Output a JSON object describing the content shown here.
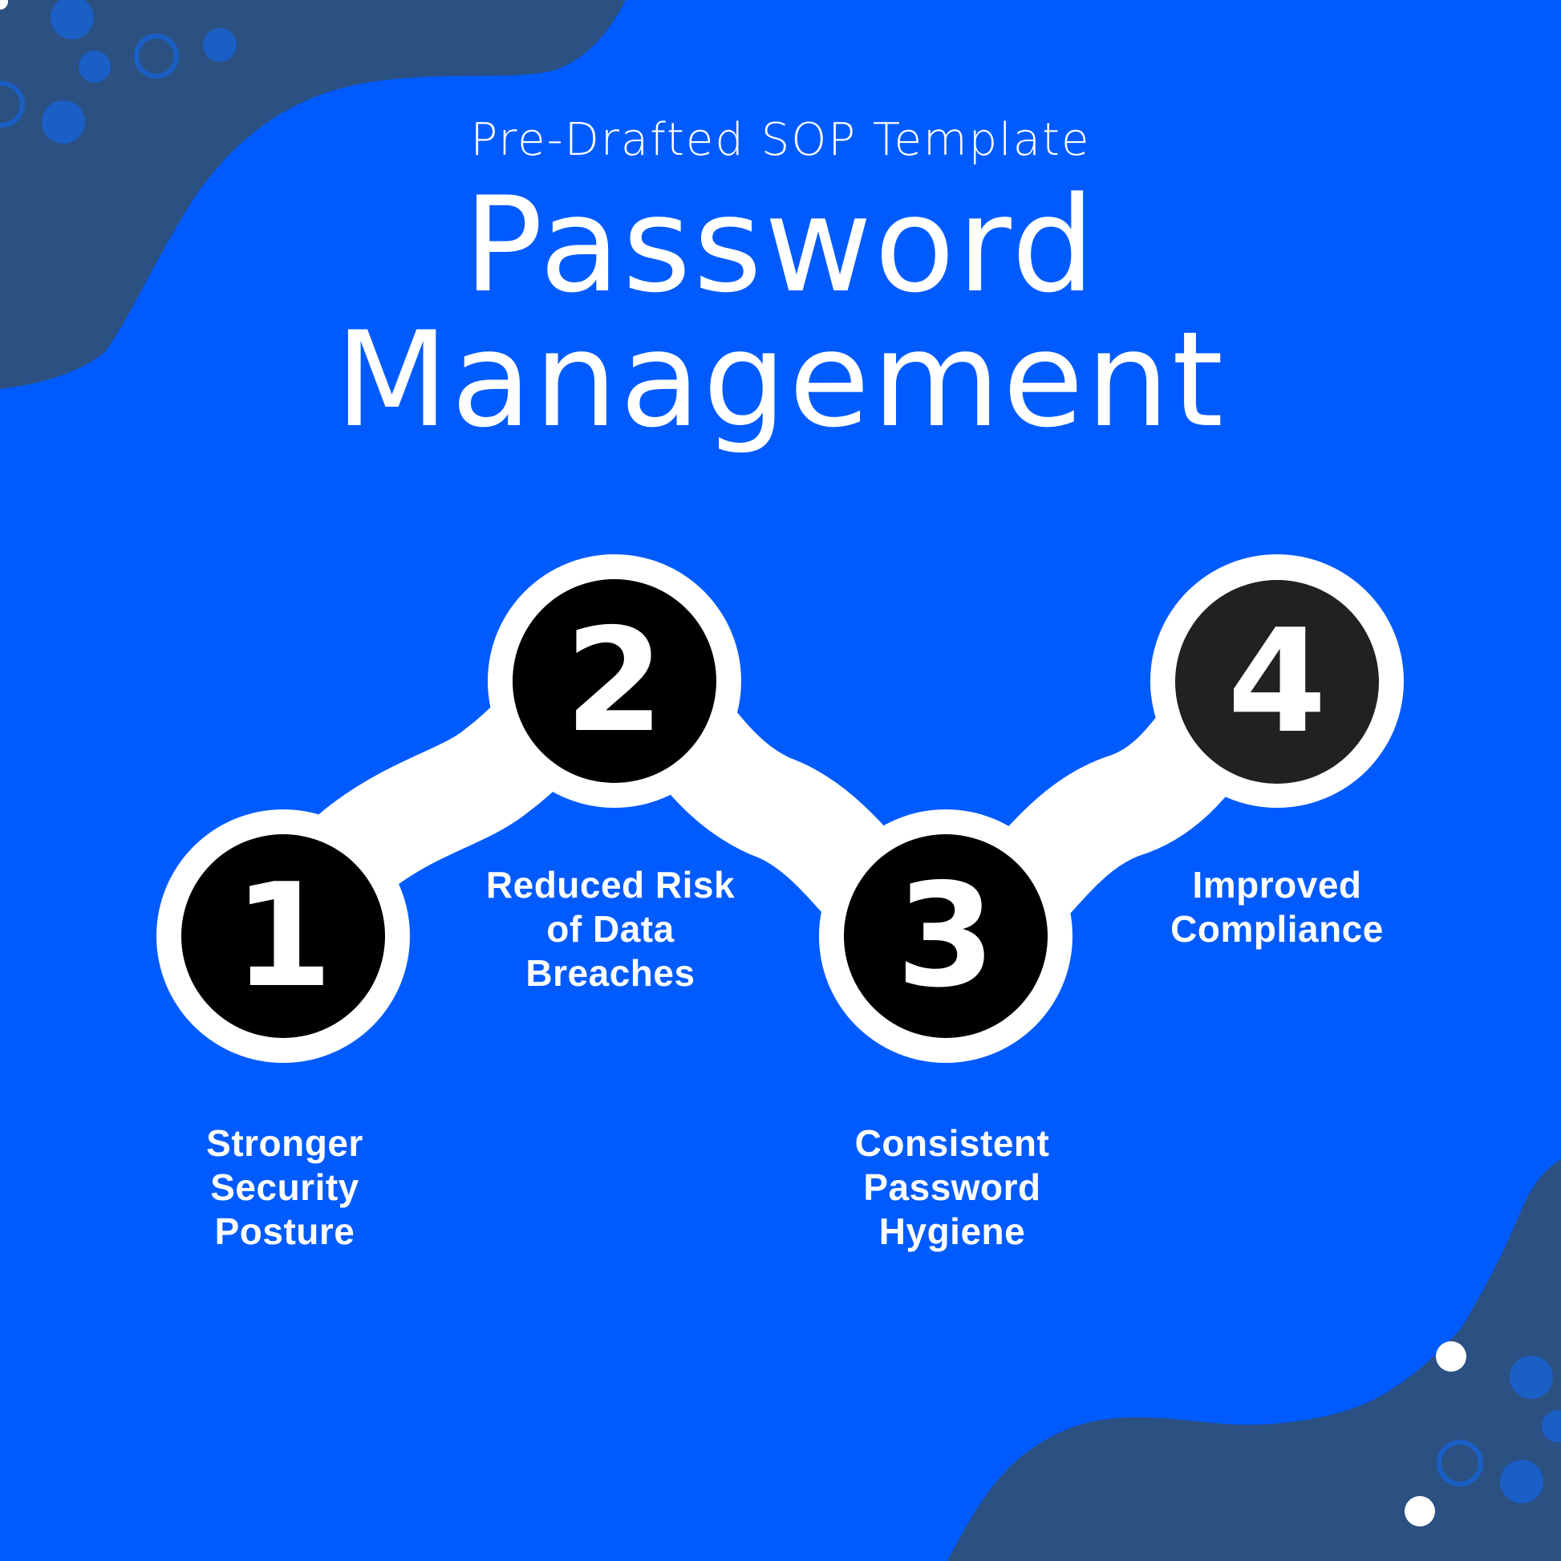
{
  "header": {
    "subtitle": "Pre-Drafted SOP Template",
    "title_line1": "Password",
    "title_line2": "Management"
  },
  "steps": [
    {
      "number": "1",
      "label_lines": [
        "Stronger",
        "Security",
        "Posture"
      ]
    },
    {
      "number": "2",
      "label_lines": [
        "Reduced Risk",
        "of Data",
        "Breaches"
      ]
    },
    {
      "number": "3",
      "label_lines": [
        "Consistent",
        "Password",
        "Hygiene"
      ]
    },
    {
      "number": "4",
      "label_lines": [
        "Improved",
        "Compliance"
      ]
    }
  ],
  "colors": {
    "background": "#005bff",
    "wave": "#2b5082",
    "decor_dot": "#1a5fc6",
    "ribbon": "#ffffff",
    "step_disc": "#000000",
    "step_disc_4": "#222120",
    "text": "#ffffff"
  }
}
